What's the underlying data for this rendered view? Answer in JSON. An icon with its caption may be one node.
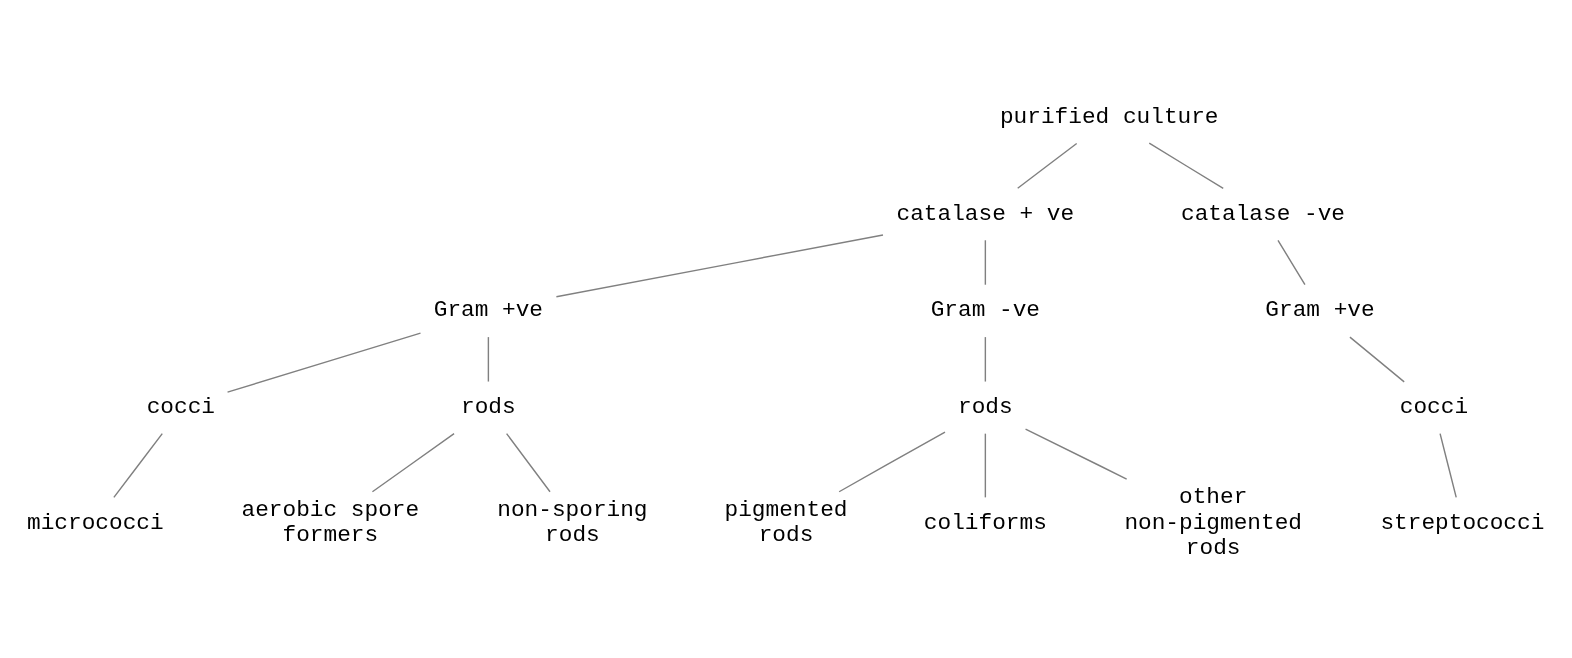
{
  "diagram": {
    "nodes": [
      {
        "text": [
          "purified culture"
        ]
      },
      {
        "text": [
          "catalase + ve"
        ]
      },
      {
        "text": [
          "catalase -ve"
        ]
      },
      {
        "text": [
          "Gram +ve"
        ]
      },
      {
        "text": [
          "Gram -ve"
        ]
      },
      {
        "text": [
          "Gram +ve"
        ]
      },
      {
        "text": [
          "cocci"
        ]
      },
      {
        "text": [
          "rods"
        ]
      },
      {
        "text": [
          "micrococci"
        ]
      },
      {
        "text": [
          "aerobic spore formers"
        ]
      },
      {
        "text": [
          "non-sporing rods"
        ]
      },
      {
        "text": [
          "rods"
        ]
      },
      {
        "text": [
          "pigmented rods"
        ]
      },
      {
        "text": [
          "coliforms"
        ]
      },
      {
        "text": [
          "other non-pigmented rods"
        ]
      },
      {
        "text": [
          "cocci"
        ]
      },
      {
        "text": [
          "streptococci"
        ]
      }
    ],
    "edges": [
      {
        "from": 0,
        "to": 1,
        "arrow": "none"
      },
      {
        "from": 0,
        "to": 2,
        "arrow": "none"
      },
      {
        "from": 1,
        "to": 3,
        "arrow": "none"
      },
      {
        "from": 1,
        "to": 4,
        "arrow": "none"
      },
      {
        "from": 2,
        "to": 5,
        "arrow": "none"
      },
      {
        "from": 3,
        "to": 6,
        "arrow": "none"
      },
      {
        "from": 3,
        "to": 7,
        "arrow": "none"
      },
      {
        "from": 6,
        "to": 8,
        "arrow": "none"
      },
      {
        "from": 7,
        "to": 9,
        "arrow": "none"
      },
      {
        "from": 7,
        "to": 10,
        "arrow": "none"
      },
      {
        "from": 4,
        "to": 11,
        "arrow": "none"
      },
      {
        "from": 11,
        "to": 12,
        "arrow": "none"
      },
      {
        "from": 11,
        "to": 13,
        "arrow": "none"
      },
      {
        "from": 11,
        "to": 14,
        "arrow": "none"
      },
      {
        "from": 5,
        "to": 15,
        "arrow": "none"
      },
      {
        "from": 15,
        "to": 16,
        "arrow": "none"
      }
    ]
  }
}
